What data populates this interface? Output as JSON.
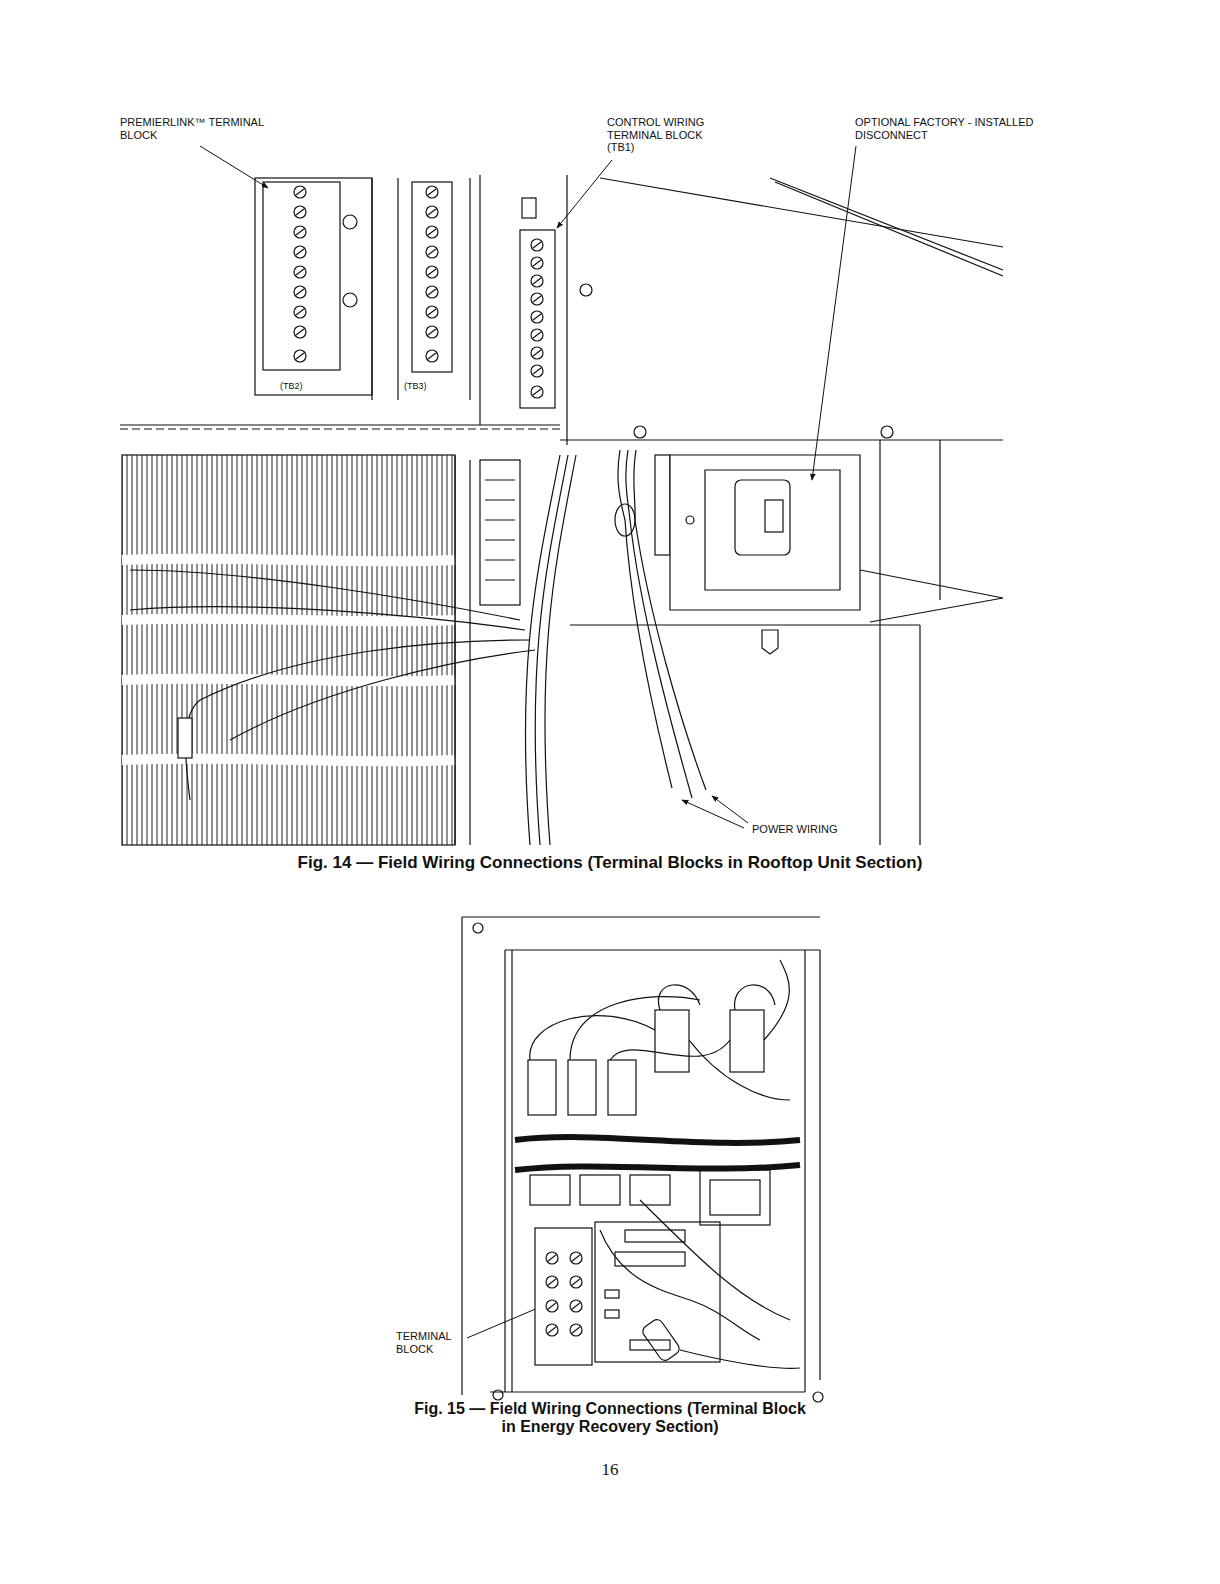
{
  "diagram": {
    "labels": [
      "PREMIERLINK™ TERMINAL BLOCK",
      "CONTROL WIRING TERMINAL BLOCK (TB1)",
      "OPTIONAL FACTORY - INSTALLED DISCONNECT",
      "(TB2)",
      "(TB3)",
      "POWER WIRING",
      "Fig. 14 — Field Wiring Connections (Terminal Blocks in Rooftop Unit Section)",
      "TERMINAL BLOCK",
      "Fig. 15 — Field Wiring Connections (Terminal Block in Energy Recovery Section)",
      "16"
    ]
  }
}
